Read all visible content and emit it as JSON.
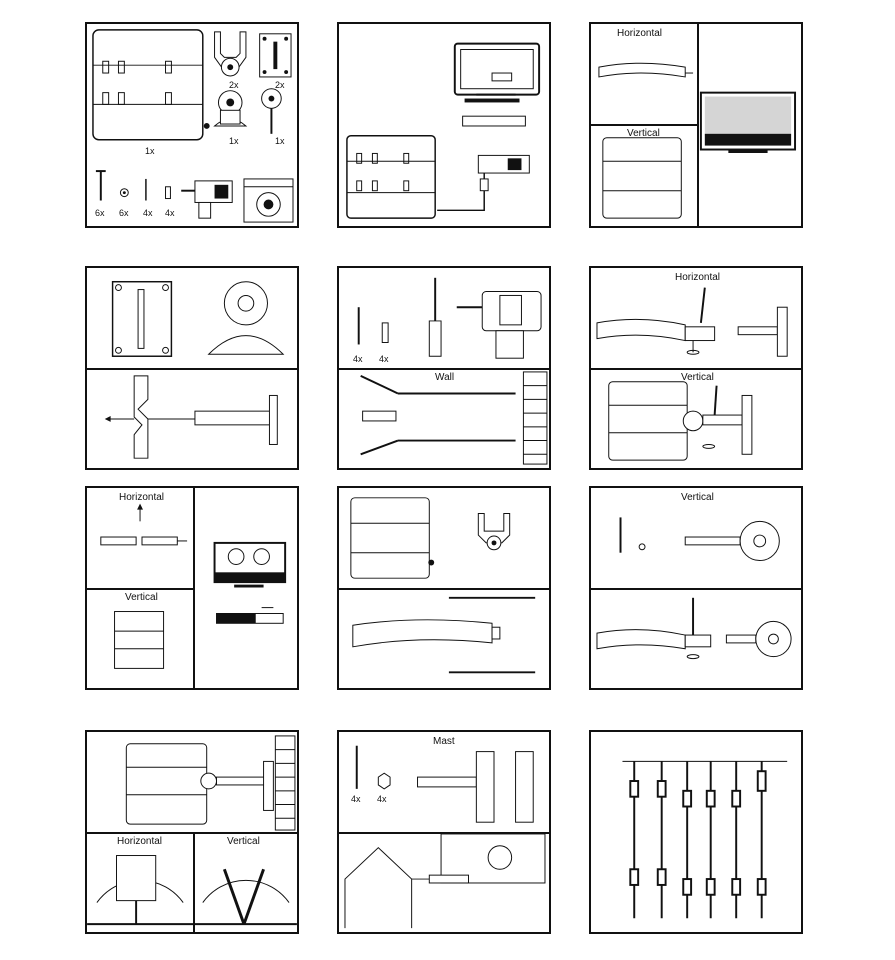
{
  "panel1": {
    "labels": {
      "plate_qty": "1x",
      "ring_qty": "2x",
      "bracket_qty": "2x",
      "hub_qty": "1x",
      "pivot_qty": "1x",
      "screw_qty": "6x",
      "washer_qty": "6x",
      "bolt_qty": "4x",
      "anchor_qty": "4x"
    }
  },
  "panel7": {
    "labels": {
      "screw_qty": "4x",
      "anchor_qty": "4x"
    }
  },
  "panel8": {
    "labels": {
      "wall": "Wall"
    }
  },
  "panel9": {
    "labels": {
      "horizontal": "Horizontal",
      "vertical": "Vertical"
    }
  },
  "panel10": {
    "labels": {
      "horizontal": "Horizontal",
      "vertical": "Vertical"
    }
  },
  "panel12": {
    "labels": {
      "vertical": "Vertical"
    }
  },
  "panel3": {
    "labels": {
      "horizontal": "Horizontal",
      "vertical": "Vertical"
    }
  },
  "panel13": {
    "labels": {
      "horizontal": "Horizontal",
      "vertical": "Vertical"
    }
  },
  "panel14": {
    "labels": {
      "mast": "Mast",
      "screw_qty": "4x",
      "nut_qty": "4x"
    }
  }
}
